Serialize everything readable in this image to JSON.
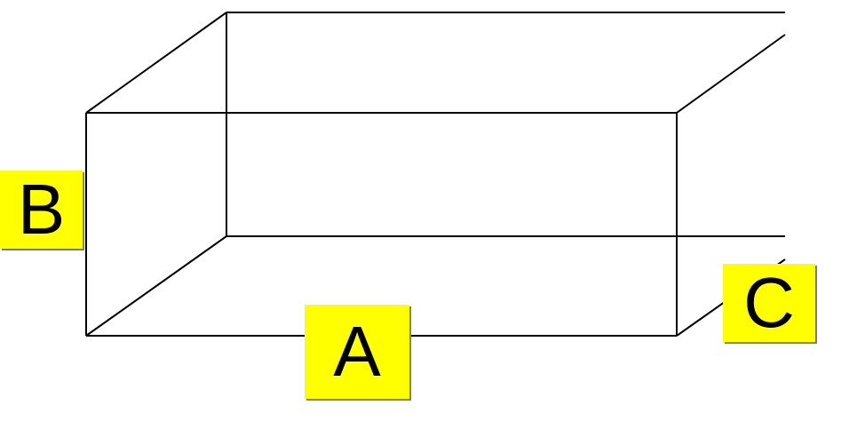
{
  "diagram": {
    "labels": {
      "a": "A",
      "b": "B",
      "c": "C"
    },
    "colors": {
      "label_background": "#ffff00",
      "line": "#000000",
      "background": "#ffffff"
    }
  }
}
